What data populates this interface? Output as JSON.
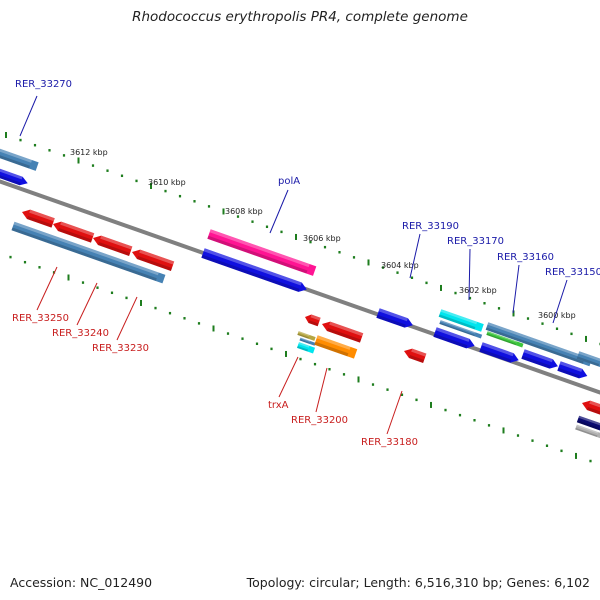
{
  "title": "Rhodococcus erythropolis PR4, complete genome",
  "accession": "Accession: NC_012490",
  "summary": "Topology: circular; Length: 6,516,310 bp; Genes: 6,102",
  "ruler": [
    "3612 kbp",
    "3610 kbp",
    "3608 kbp",
    "3606 kbp",
    "3604 kbp",
    "3602 kbp",
    "3600 kbp"
  ],
  "forward_labels": [
    "RER_33270",
    "polA",
    "RER_33190",
    "RER_33170",
    "RER_33160",
    "RER_33150"
  ],
  "reverse_labels": [
    "RER_33250",
    "RER_33240",
    "RER_33230",
    "trxA",
    "RER_33200",
    "RER_33180"
  ],
  "colors": {
    "forward_label": "#1a1aa8",
    "reverse_label": "#c81e1e",
    "backbone": "#808080",
    "tick": "#1e7d1e",
    "cds": "#1010e0",
    "gene": "#4682b4",
    "reverse_cds": "#e01010",
    "rRNA_like": "#ff1493",
    "misc": "#ff8c00",
    "highlight": "#00e5ee",
    "green": "#3cc43c"
  }
}
